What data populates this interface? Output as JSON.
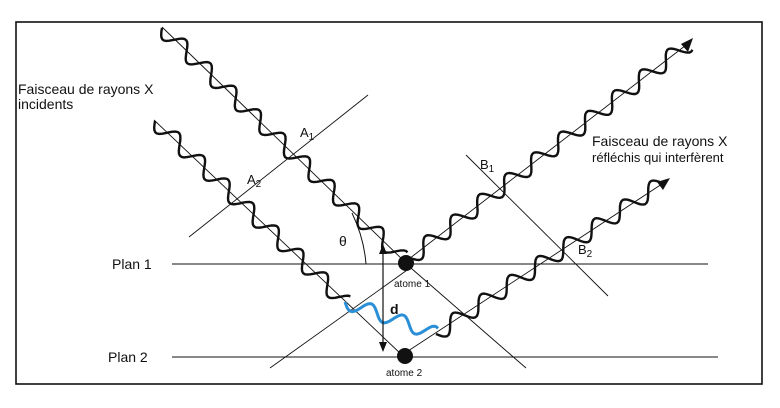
{
  "incident_beam": {
    "line1": "Faisceau de rayons X",
    "line2": "incidents"
  },
  "reflected_beam": {
    "line1": "Faisceau de rayons X",
    "line2": "réfléchis qui interfèrent"
  },
  "points": {
    "a1": {
      "letter": "A",
      "index": "1"
    },
    "a2": {
      "letter": "A",
      "index": "2"
    },
    "b1": {
      "letter": "B",
      "index": "1"
    },
    "b2": {
      "letter": "B",
      "index": "2"
    }
  },
  "angle_symbol": "θ",
  "spacing_symbol": "d",
  "plane1": "Plan 1",
  "plane2": "Plan 2",
  "atom1": "atome 1",
  "atom2": "atome 2",
  "colors": {
    "ink": "#111111",
    "path_difference": "#2a8fd6"
  }
}
